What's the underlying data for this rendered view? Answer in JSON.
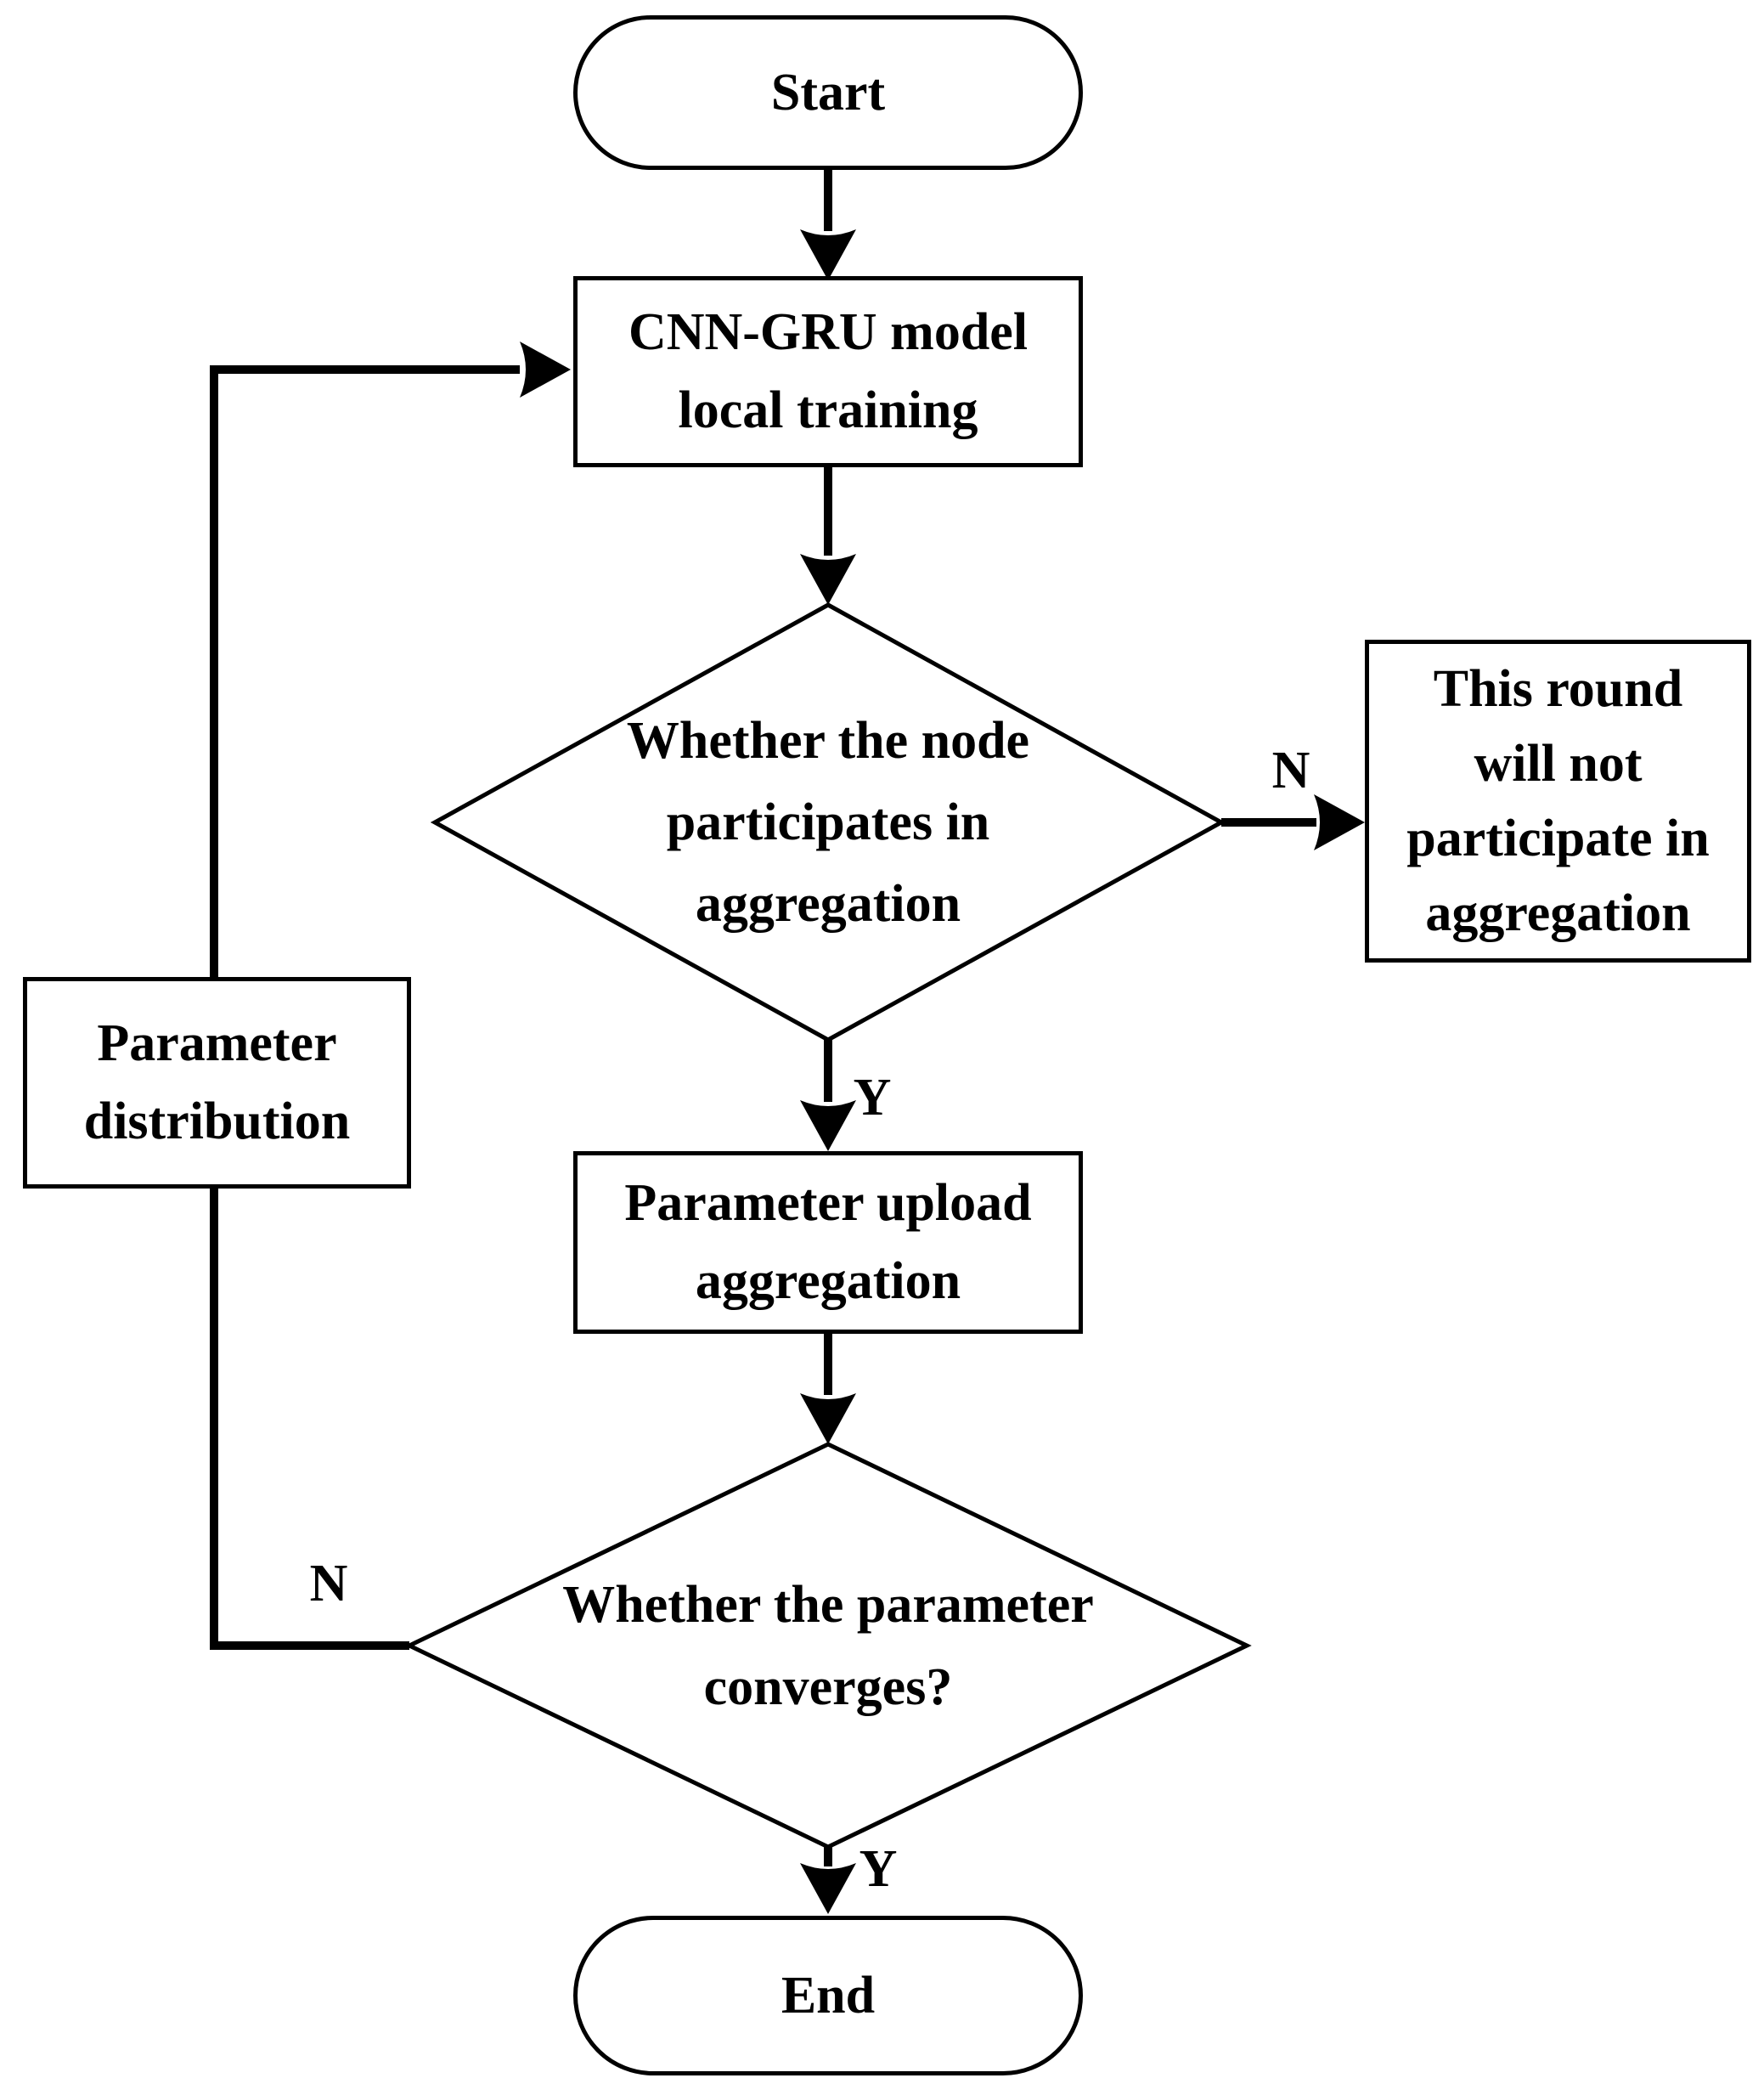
{
  "page": {
    "background": "#ffffff",
    "line_color": "#000000",
    "text_color": "#000000"
  },
  "flowchart": {
    "nodes": [
      {
        "id": "start",
        "shape": "terminal",
        "label": "Start"
      },
      {
        "id": "local-training",
        "shape": "process",
        "label": "CNN-GRU model\nlocal training"
      },
      {
        "id": "participation-decision",
        "shape": "decision",
        "label": "Whether the node\nparticipates in\naggregation"
      },
      {
        "id": "skip-round",
        "shape": "process",
        "label": "This round\nwill not\nparticipate in\naggregation"
      },
      {
        "id": "parameter-upload",
        "shape": "process",
        "label": "Parameter upload\naggregation"
      },
      {
        "id": "convergence-decision",
        "shape": "decision",
        "label": "Whether the parameter\nconverges?"
      },
      {
        "id": "parameter-distribution",
        "shape": "process",
        "label": "Parameter\ndistribution"
      },
      {
        "id": "end",
        "shape": "terminal",
        "label": "End"
      }
    ],
    "edge_labels": {
      "participation_no": "N",
      "participation_yes": "Y",
      "convergence_no": "N",
      "convergence_yes": "Y"
    }
  }
}
